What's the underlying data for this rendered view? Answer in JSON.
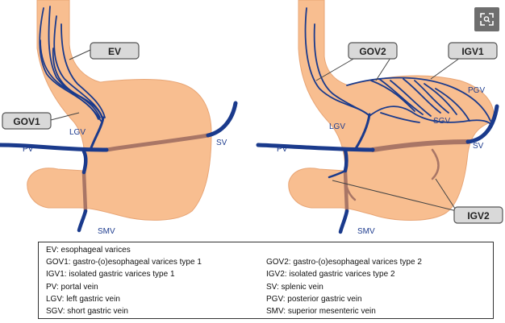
{
  "diagrams": [
    {
      "tags": {
        "ev": "EV",
        "gov1": "GOV1"
      },
      "labels": {
        "lgv": "LGV",
        "pv": "PV",
        "sv": "SV",
        "smv": "SMV"
      }
    },
    {
      "tags": {
        "gov2": "GOV2",
        "igv1": "IGV1",
        "igv2": "IGV2"
      },
      "labels": {
        "pgv": "PGV",
        "sgv": "SGV",
        "lgv": "LGV",
        "pv": "PV",
        "sv": "SV",
        "smv": "SMV"
      }
    }
  ],
  "legend": {
    "left": [
      "EV: esophageal varices",
      "GOV1: gastro-(o)esophageal varices type 1",
      "IGV1: isolated gastric varices type 1",
      "PV: portal vein",
      "LGV: left gastric vein",
      "SGV: short gastric vein"
    ],
    "right": [
      "GOV2: gastro-(o)esophageal varices type 2",
      "IGV2: isolated gastric varices type 2",
      "SV: splenic vein",
      "PGV: posterior gastric vein",
      "SMV: superior mesenteric vein"
    ]
  },
  "colors": {
    "organ": "#f8be90",
    "vein": "#1a3a8c",
    "hidden_vein": "#a97666",
    "tag_fill": "#d9d9d9"
  },
  "icons": {
    "zoom": "expand-icon"
  }
}
